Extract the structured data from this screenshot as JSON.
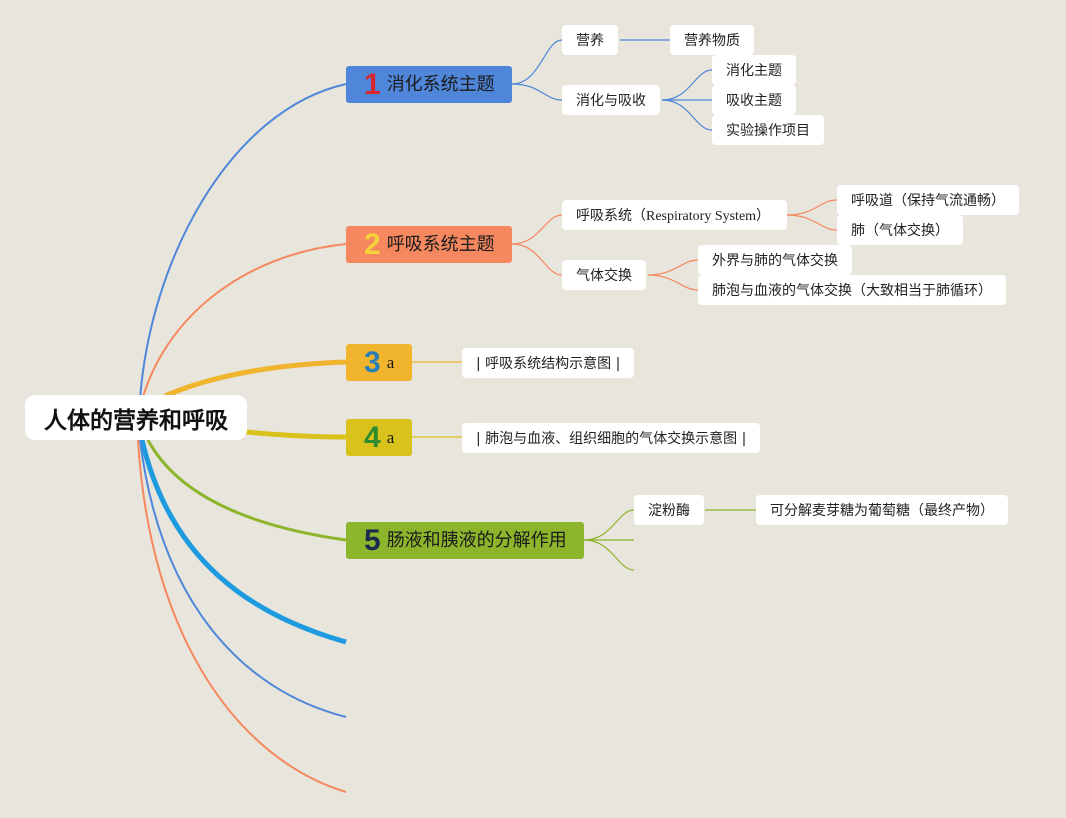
{
  "root": {
    "label": "人体的营养和呼吸"
  },
  "colors": {
    "background": "#e8e5dc",
    "topic1": "#4f86d9",
    "topic2": "#f5885f",
    "topic3": "#f0b52c",
    "topic4": "#d9c21c",
    "topic5": "#8db52c",
    "branch_blue_thick": "#1e9be0"
  },
  "topics": [
    {
      "number": "1",
      "label": "消化系统主题",
      "children": [
        {
          "label": "营养",
          "children": [
            {
              "label": "营养物质"
            }
          ]
        },
        {
          "label": "消化与吸收",
          "children": [
            {
              "label": "消化主题"
            },
            {
              "label": "吸收主题"
            },
            {
              "label": "实验操作项目"
            }
          ]
        }
      ]
    },
    {
      "number": "2",
      "label": "呼吸系统主题",
      "children": [
        {
          "label": "呼吸系统（Respiratory System）",
          "children": [
            {
              "label": "呼吸道（保持气流通畅）"
            },
            {
              "label": "肺（气体交换）"
            }
          ]
        },
        {
          "label": "气体交换",
          "children": [
            {
              "label": "外界与肺的气体交换"
            },
            {
              "label": "肺泡与血液的气体交换（大致相当于肺循环）"
            }
          ]
        }
      ]
    },
    {
      "number": "3",
      "label": "a",
      "children": [
        {
          "label": "| 呼吸系统结构示意图 |"
        }
      ]
    },
    {
      "number": "4",
      "label": "a",
      "children": [
        {
          "label": "| 肺泡与血液、组织细胞的气体交换示意图 |"
        }
      ]
    },
    {
      "number": "5",
      "label": "肠液和胰液的分解作用",
      "children": [
        {
          "label": "淀粉酶",
          "children": [
            {
              "label": "可分解麦芽糖为葡萄糖（最终产物）"
            }
          ]
        }
      ]
    }
  ]
}
